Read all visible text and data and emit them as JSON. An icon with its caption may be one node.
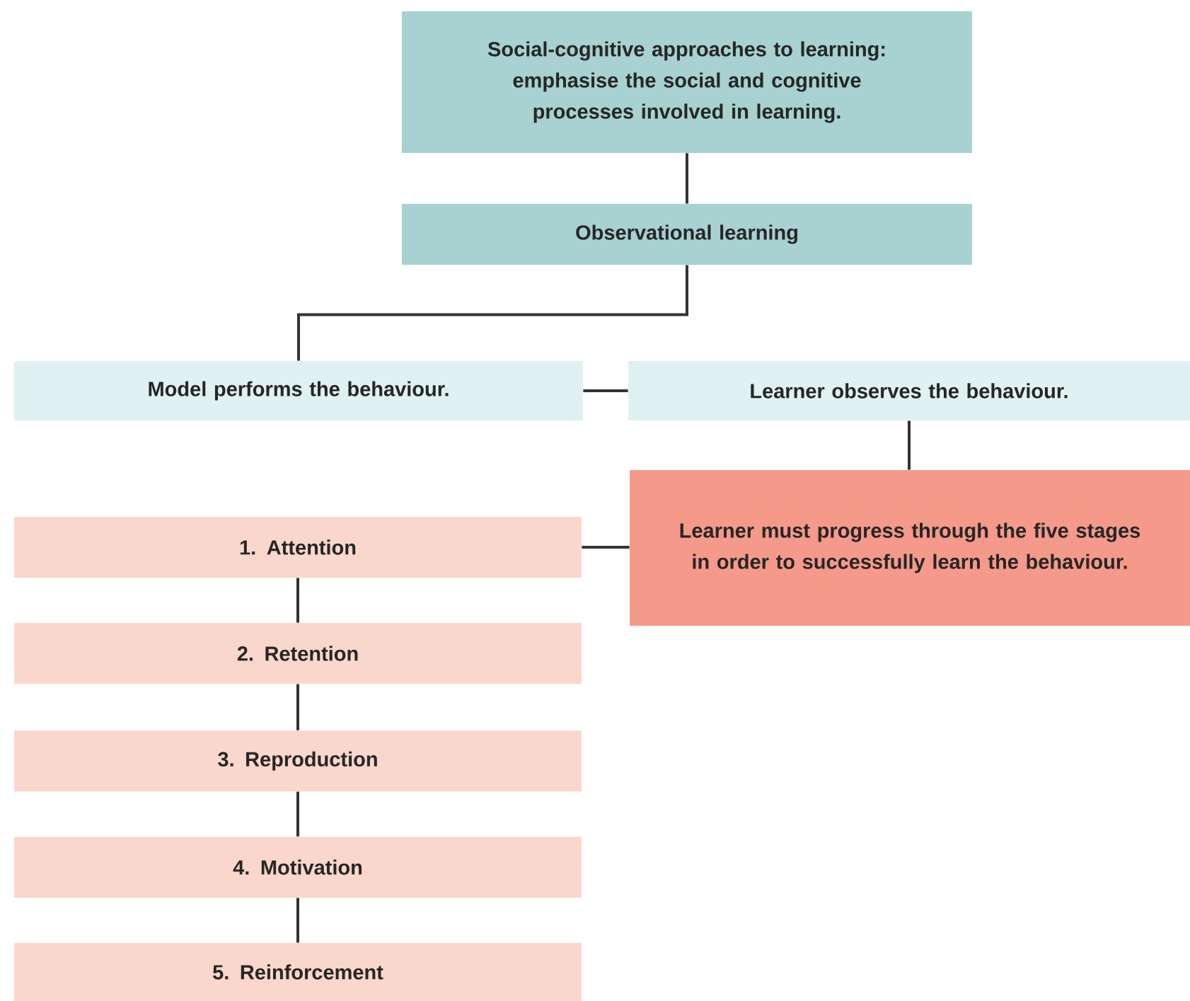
{
  "diagram": {
    "nodes": [
      {
        "text": [
          "Social-cognitive approaches to learning: emphasise the social and cognitive processes involved in learning."
        ]
      },
      {
        "text": [
          "Observational learning"
        ]
      },
      {
        "text": [
          "Model performs the behaviour."
        ]
      },
      {
        "text": [
          "Learner observes the behaviour."
        ]
      },
      {
        "text": [
          "Learner must progress through the five stages in order to successfully learn the behaviour."
        ]
      },
      {
        "text": [
          "1. Attention"
        ]
      },
      {
        "text": [
          "2. Retention"
        ]
      },
      {
        "text": [
          "3. Reproduction"
        ]
      },
      {
        "text": [
          "4. Motivation"
        ]
      },
      {
        "text": [
          "5. Reinforcement"
        ]
      }
    ],
    "edges": [
      {
        "from": 0,
        "to": 1,
        "arrow": "none"
      },
      {
        "from": 1,
        "to": 2,
        "arrow": "none"
      },
      {
        "from": 2,
        "to": 3,
        "arrow": "none"
      },
      {
        "from": 3,
        "to": 4,
        "arrow": "none"
      },
      {
        "from": 4,
        "to": 5,
        "arrow": "none"
      },
      {
        "from": 5,
        "to": 6,
        "arrow": "none"
      },
      {
        "from": 6,
        "to": 7,
        "arrow": "none"
      },
      {
        "from": 7,
        "to": 8,
        "arrow": "none"
      },
      {
        "from": 8,
        "to": 9,
        "arrow": "none"
      }
    ]
  }
}
